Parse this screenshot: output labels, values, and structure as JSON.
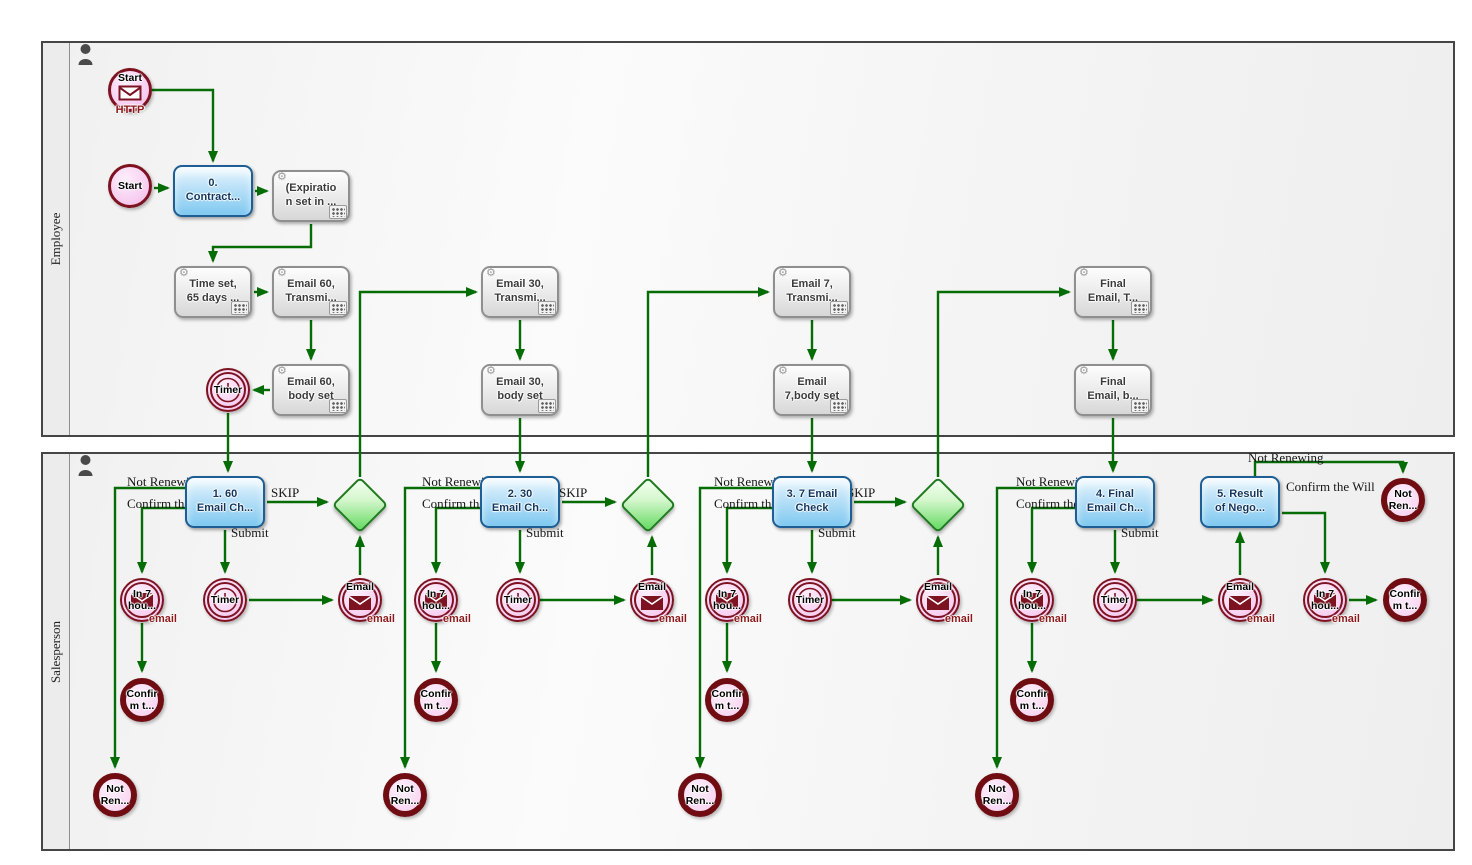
{
  "diagram": {
    "lanes": [
      {
        "label": "Employee"
      },
      {
        "label": "Salesperson"
      }
    ]
  },
  "nodes": {
    "start_http": {
      "label": "Start",
      "sub": "HTTP"
    },
    "start": {
      "label": "Start"
    },
    "timer": {
      "label": "Timer"
    },
    "email_event": {
      "label": "Email",
      "sub": "email"
    },
    "in7_event": {
      "label": "In 7\nhou...",
      "sub": "email"
    },
    "confirm_end": {
      "label": "Confir\nm t..."
    },
    "not_renewed_end": {
      "label": "Not\nRen..."
    },
    "tasks": {
      "contract": "0.\nContract...",
      "expiration": "(Expiratio\nn set in ...",
      "time_set": "Time set,\n65 days ...",
      "email60_transmit": "Email 60,\nTransmi...",
      "email60_body": "Email 60,\nbody set",
      "email30_transmit": "Email 30,\nTransmi...",
      "email30_body": "Email 30,\nbody set",
      "email7_transmit": "Email 7,\nTransmi...",
      "email7_body": "Email\n7,body set",
      "final_transmit": "Final\nEmail, T...",
      "final_body": "Final\nEmail, b...",
      "check60": "1. 60\nEmail Ch...",
      "check30": "2. 30\nEmail Ch...",
      "check7": "3. 7 Email\nCheck",
      "check_final": "4. Final\nEmail Ch...",
      "result_nego": "5. Result\nof Nego..."
    }
  },
  "edge_labels": {
    "not_renewing": "Not Renewing",
    "confirm_the": "Confirm the",
    "skip": "SKIP",
    "submit": "Submit",
    "confirm_the_will": "Confirm the Will"
  },
  "colors": {
    "flow_green": "#066c06",
    "task_blue_border": "#1d5f94",
    "event_red": "#7d1220",
    "end_event_red": "#6f0d12",
    "gateway_green": "#1e7a1e"
  }
}
